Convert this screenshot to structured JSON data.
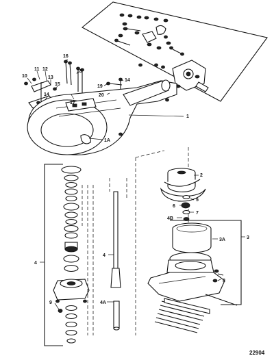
{
  "figure_number": "22904",
  "callouts": [
    {
      "id": "c1",
      "text": "1"
    },
    {
      "id": "c1a",
      "text": "1A"
    },
    {
      "id": "c2",
      "text": "2"
    },
    {
      "id": "c3",
      "text": "3"
    },
    {
      "id": "c3a",
      "text": "3A"
    },
    {
      "id": "c4-left",
      "text": "4"
    },
    {
      "id": "c4-shaft",
      "text": "4"
    },
    {
      "id": "c4a",
      "text": "4A"
    },
    {
      "id": "c4b",
      "text": "4B"
    },
    {
      "id": "c5",
      "text": "5"
    },
    {
      "id": "c6",
      "text": "6"
    },
    {
      "id": "c7",
      "text": "7"
    },
    {
      "id": "c8",
      "text": "8"
    },
    {
      "id": "c9",
      "text": "9"
    },
    {
      "id": "c10",
      "text": "10"
    },
    {
      "id": "c11",
      "text": "11"
    },
    {
      "id": "c12",
      "text": "12"
    },
    {
      "id": "c13",
      "text": "13"
    },
    {
      "id": "c14a",
      "text": "14"
    },
    {
      "id": "c14b",
      "text": "14"
    },
    {
      "id": "c15",
      "text": "15"
    },
    {
      "id": "c16",
      "text": "16"
    },
    {
      "id": "c17",
      "text": "17"
    },
    {
      "id": "c18",
      "text": "18"
    },
    {
      "id": "c19",
      "text": "19"
    },
    {
      "id": "c20",
      "text": "20"
    }
  ]
}
